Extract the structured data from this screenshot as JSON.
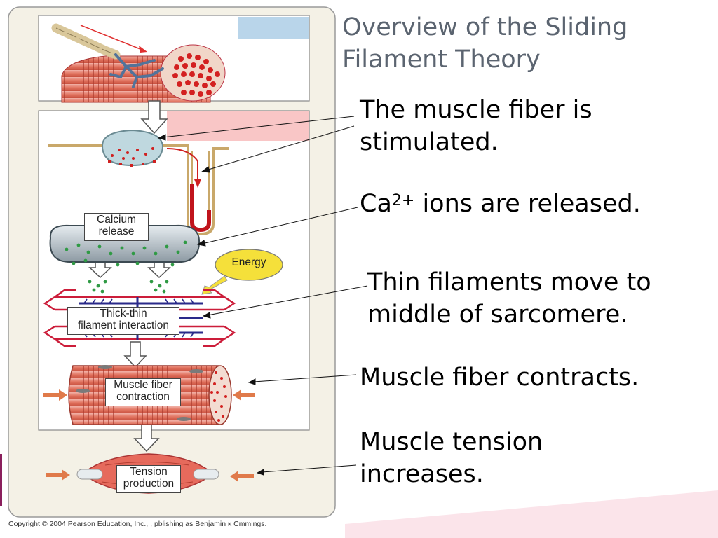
{
  "slide": {
    "title_line1": "Overview of the Sliding",
    "title_line2": "Filament Theory"
  },
  "captions": {
    "stimulated_line1": "The muscle fiber is",
    "stimulated_line2": "stimulated.",
    "calcium_prefix": "Ca",
    "calcium_sup": "2+",
    "calcium_suffix": " ions are released.",
    "thin_line1": "Thin filaments move to",
    "thin_line2": "middle of sarcomere.",
    "contracts": "Muscle fiber contracts.",
    "tension_line1": "Muscle tension",
    "tension_line2": "increases."
  },
  "figure": {
    "calcium_release_line1": "Calcium",
    "calcium_release_line2": "release",
    "energy": "Energy",
    "interaction_line1": "Thick-thin",
    "interaction_line2": "filament interaction",
    "contraction_line1": "Muscle fiber",
    "contraction_line2": "contraction",
    "tension_line1": "Tension",
    "tension_line2": "production",
    "copyright": "Copyright © 2004 Pearson Education, Inc., , pblishing as Benjamin ĸ Cmmings."
  },
  "colors": {
    "panel_bg": "#f4f1e6",
    "muscle_red": "#d9504a",
    "title_gray": "#5b6470",
    "accent_pink": "#f7b8c7"
  }
}
